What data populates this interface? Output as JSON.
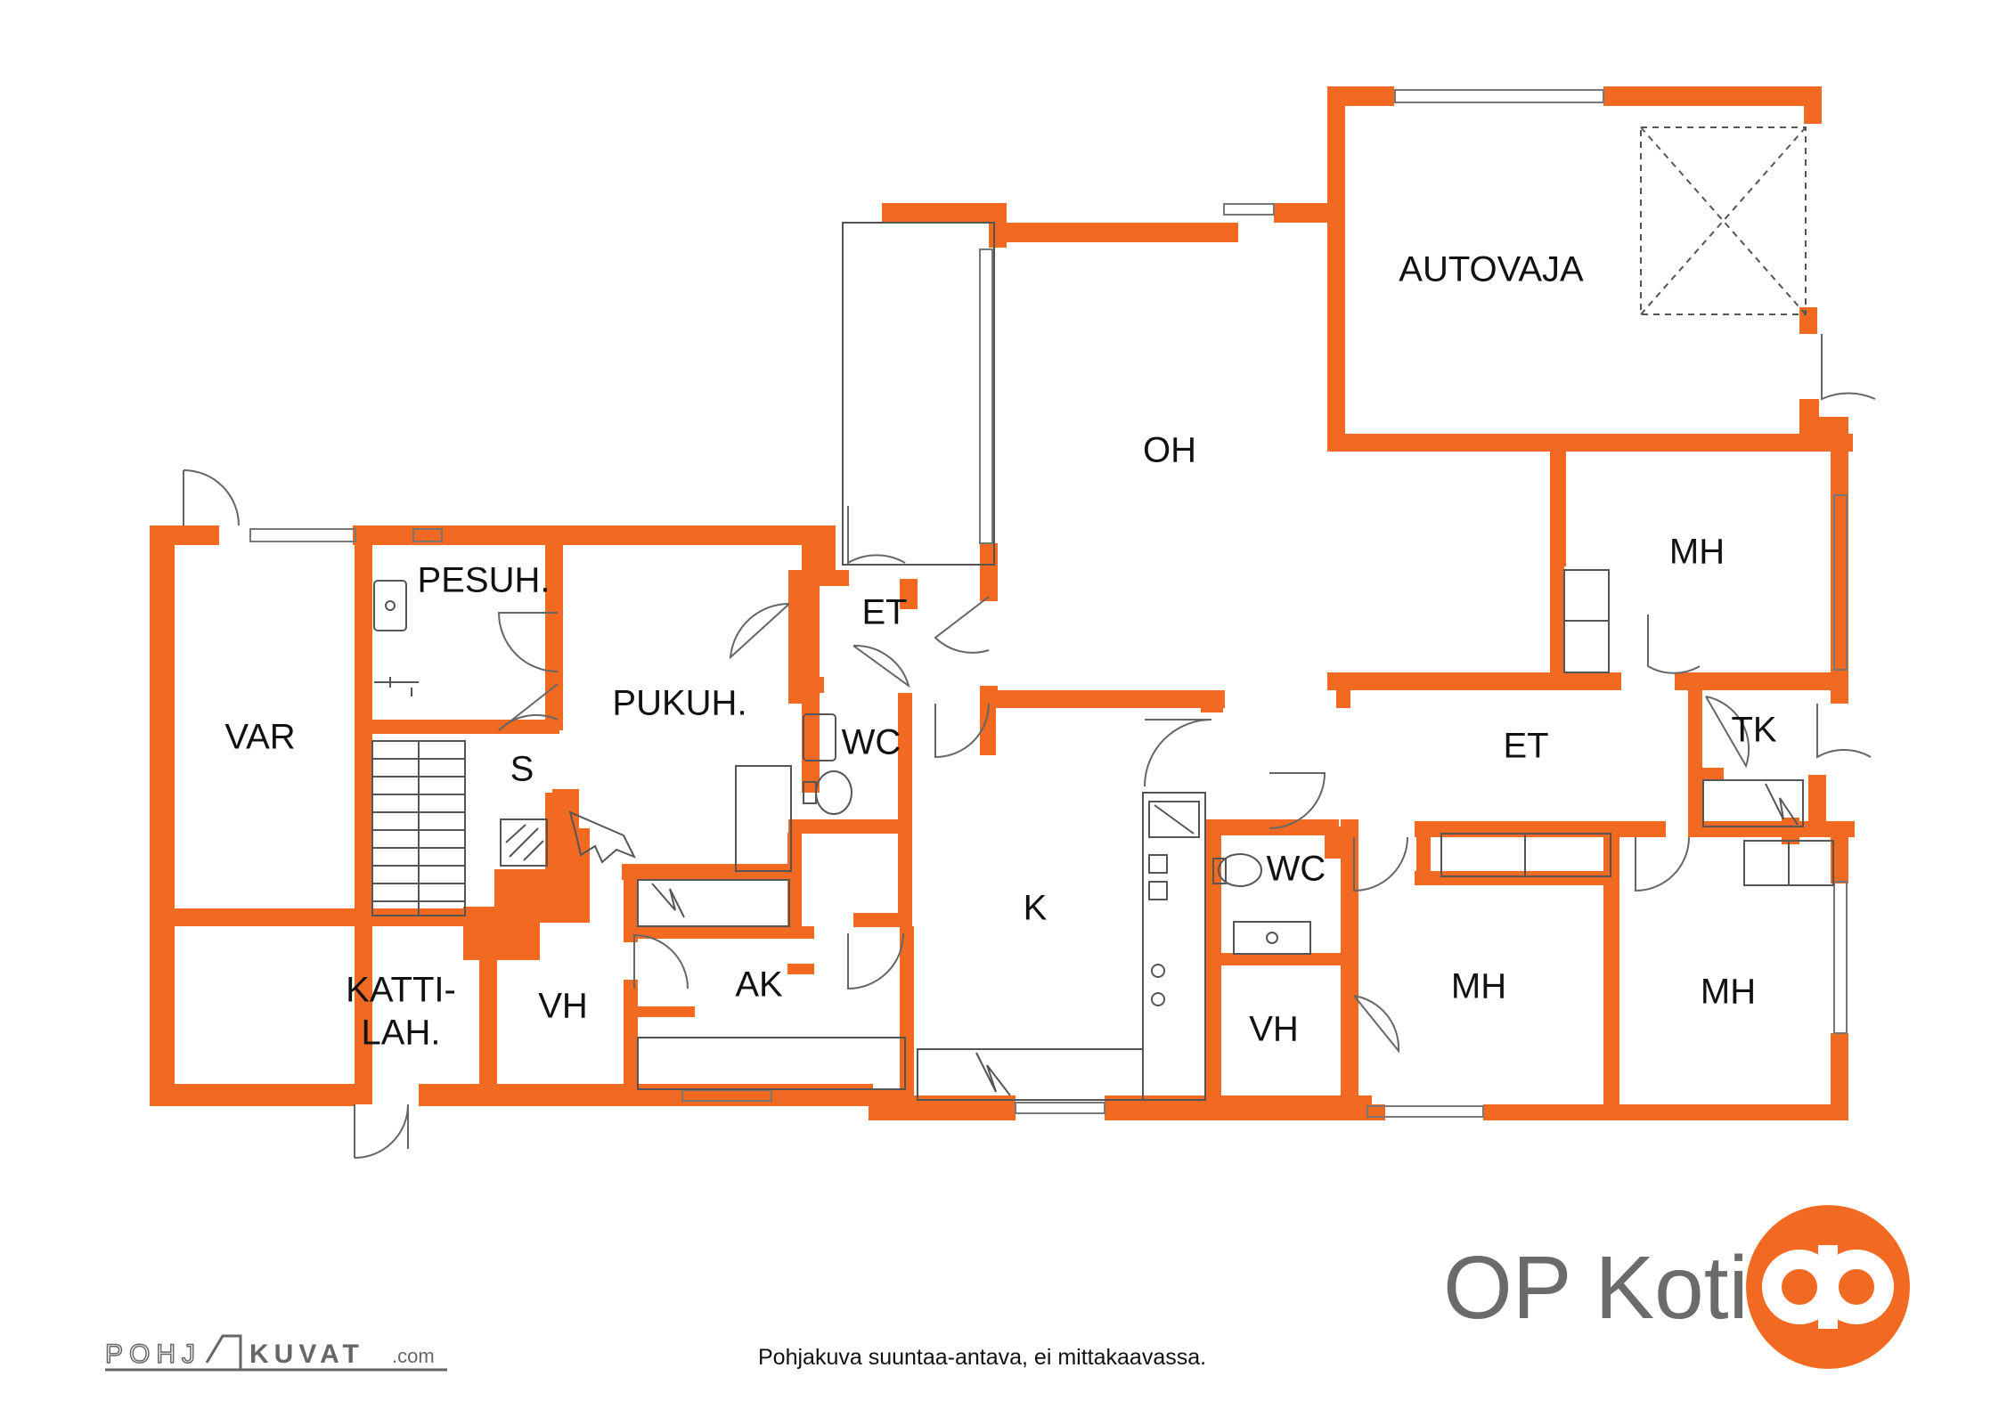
{
  "colors": {
    "wall": "#F26A21",
    "fixture": "#555555",
    "label": "#111111",
    "brand_text": "#6B6B6B",
    "logo_mark": "#F26A21"
  },
  "rooms": {
    "var": "VAR",
    "pesuh": "PESUH.",
    "sauna": "S",
    "pukuh": "PUKUH.",
    "et_entry": "ET",
    "wc_left": "WC",
    "oh": "OH",
    "autovaja": "AUTOVAJA",
    "mh_top": "MH",
    "et_hall": "ET",
    "tk": "TK",
    "wc_right": "WC",
    "k": "K",
    "ak": "AK",
    "katti": "KATTI-",
    "lah": "LAH.",
    "vh_left": "VH",
    "vh_right": "VH",
    "mh_middle": "MH",
    "mh_right": "MH"
  },
  "brand": {
    "name": "OP Koti",
    "logo_icon": "op-logo-icon"
  },
  "footer": {
    "disclaimer": "Pohjakuva suuntaa-antava, ei mittakaavassa.",
    "credit_a": "POHJ",
    "credit_b": "KUVAT",
    "credit_c": ".com"
  }
}
